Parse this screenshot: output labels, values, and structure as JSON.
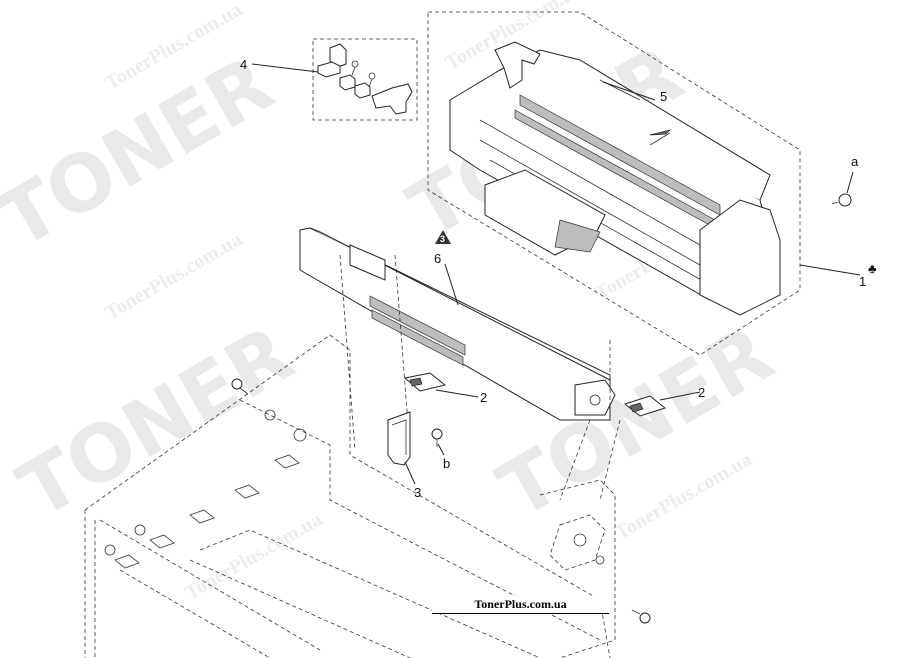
{
  "watermark": {
    "brand_big": "TONER",
    "site": "TonerPlus.com.ua"
  },
  "callouts": {
    "part_1": "1",
    "part_2a": "2",
    "part_2b": "2",
    "part_3": "3",
    "part_4": "4",
    "part_5": "5",
    "part_6": "6",
    "screw_a": "a",
    "screw_b": "b",
    "symbol_club": "♣",
    "symbol_badge": "3"
  },
  "badge": {
    "text": "TonerPlus.com.ua"
  }
}
